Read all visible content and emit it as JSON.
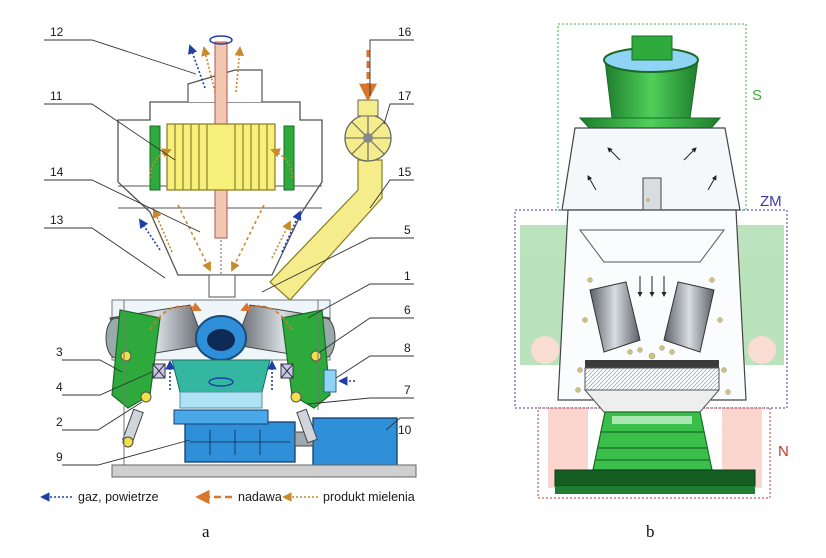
{
  "figure_a": {
    "caption": "a",
    "labels": {
      "l1": "1",
      "l2": "2",
      "l3": "3",
      "l4": "4",
      "l5": "5",
      "l6": "6",
      "l7": "7",
      "l8": "8",
      "l9": "9",
      "l10": "10",
      "l11": "11",
      "l12": "12",
      "l13": "13",
      "l14": "14",
      "l15": "15",
      "l16": "16",
      "l17": "17"
    },
    "legend": {
      "gas": "gaz, powietrze",
      "feed": "nadawa",
      "product": "produkt mielenia"
    }
  },
  "figure_b": {
    "caption": "b",
    "zones": {
      "separator": "S",
      "grinding": "ZM",
      "drive": "N"
    }
  },
  "colors": {
    "gas": "#1f3fa8",
    "feed": "#d9762b",
    "product": "#c98a2a",
    "mill_green": "#2eaa3c",
    "drive_blue": "#2f8fd9",
    "feed_yellow": "#f5ec8c",
    "zone_s": "#3cb043",
    "zone_zm": "#3a3aa0",
    "zone_n": "#c0392b"
  }
}
